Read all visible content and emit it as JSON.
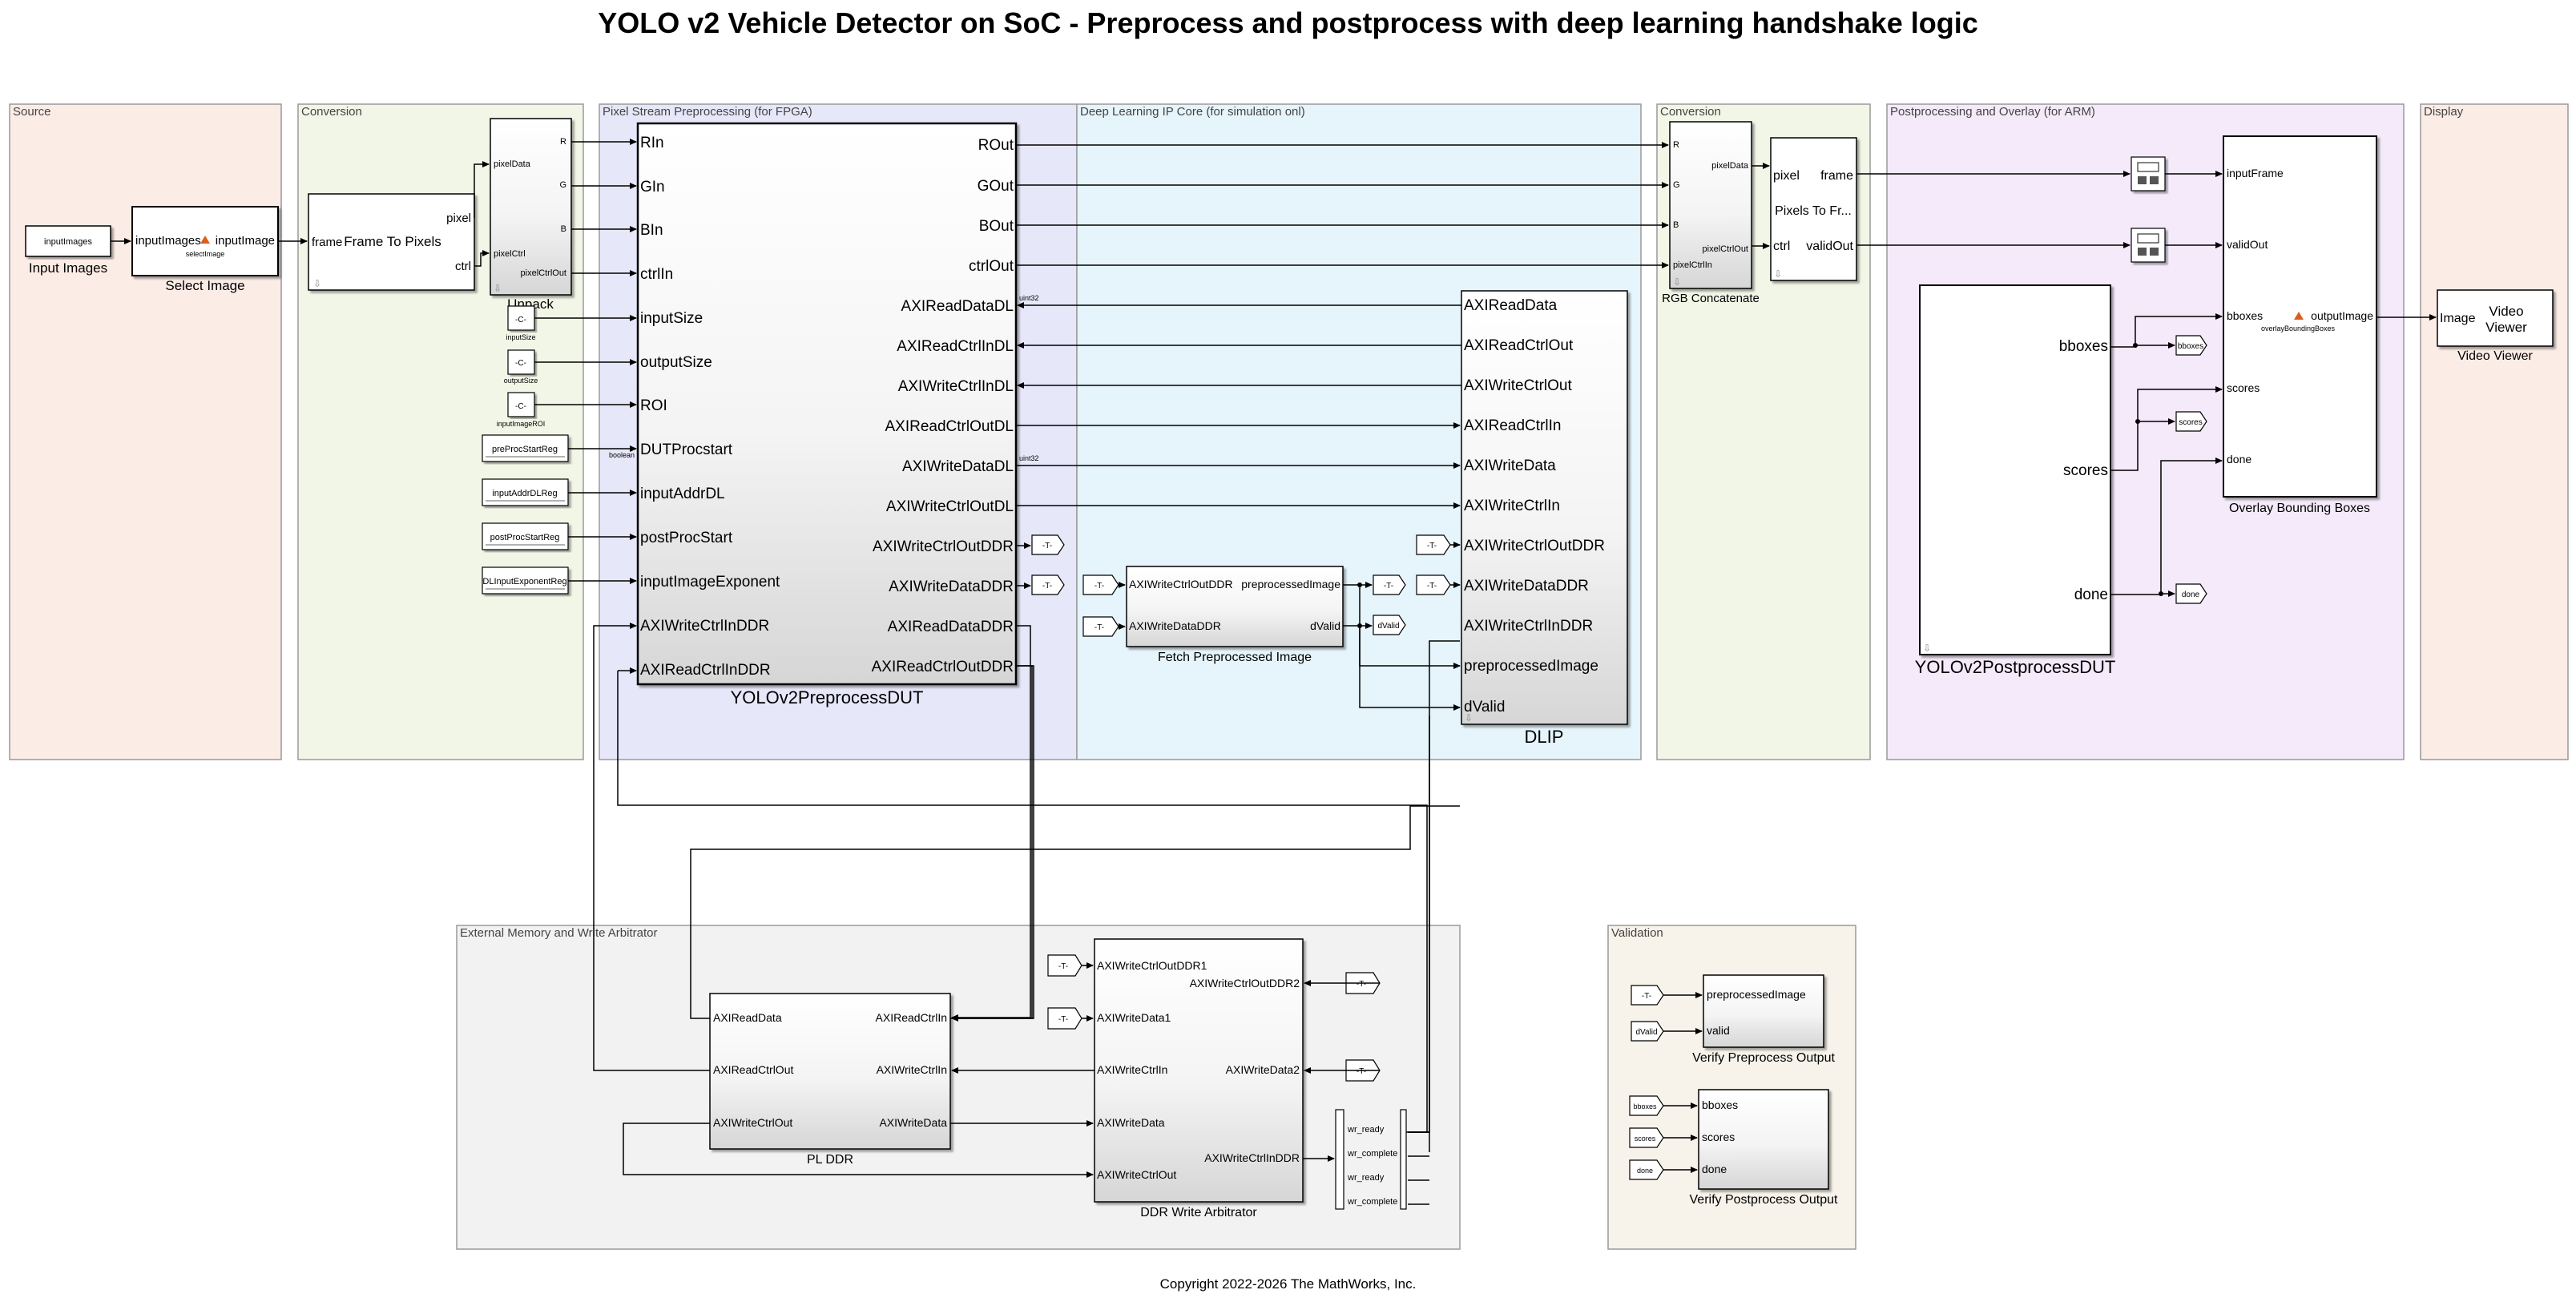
{
  "title": "YOLO v2 Vehicle Detector on SoC - Preprocess and postprocess with deep learning handshake logic",
  "copyright": "Copyright 2022-2026 The MathWorks, Inc.",
  "colors": {
    "source_area": "#fbece6",
    "conversion_area": "#f2f6e7",
    "pixel_stream_area": "#e7e7fa",
    "dl_ip_area": "#e6f4fb",
    "postprocessing_area": "#f4eafa",
    "display_area": "#fbece6",
    "external_memory_area": "#f2f2f2",
    "validation_area": "#f7f3ea",
    "line": "#000000"
  },
  "areas": {
    "source": "Source",
    "conversion1": "Conversion",
    "pixel_stream": "Pixel Stream Preprocessing (for FPGA)",
    "dl_ip": "Deep Learning IP Core (for simulation onl)",
    "conversion2": "Conversion",
    "postprocessing": "Postprocessing and Overlay (for ARM)",
    "display": "Display",
    "external_memory": "External Memory and Write Arbitrator",
    "validation": "Validation"
  },
  "blocks": {
    "input_images": {
      "name": "Input Images",
      "content": "inputImages"
    },
    "select_image": {
      "name": "Select Image",
      "in_port": "inputImages",
      "out_port": "inputImage",
      "function": "selectImage"
    },
    "frame_to_pixels": {
      "name": "",
      "content": "Frame To Pixels",
      "in_port": "frame",
      "out_pixel": "pixel",
      "out_ctrl": "ctrl"
    },
    "unpack": {
      "name": "Unpack",
      "in_pixel": "pixelData",
      "in_ctrl": "pixelCtrl",
      "outs": [
        "R",
        "G",
        "B",
        "pixelCtrlOut"
      ]
    },
    "constants": [
      {
        "label": "-C-",
        "name": "inputSize"
      },
      {
        "label": "-C-",
        "name": "outputSize"
      },
      {
        "label": "-C-",
        "name": "inputImageROI"
      }
    ],
    "registers": [
      "preProcStartReg",
      "inputAddrDLReg",
      "postProcStartReg",
      "DLInputExponentReg"
    ],
    "signal_labels": {
      "boolean": "boolean",
      "uint32_a": "uint32",
      "uint32_b": "uint32"
    },
    "preprocess_dut": {
      "name": "YOLOv2PreprocessDUT",
      "inputs": [
        "RIn",
        "GIn",
        "BIn",
        "ctrlIn",
        "inputSize",
        "outputSize",
        "ROI",
        "DUTProcstart",
        "inputAddrDL",
        "postProcStart",
        "inputImageExponent",
        "AXIWriteCtrlInDDR",
        "AXIReadCtrlInDDR"
      ],
      "outputs": [
        "ROut",
        "GOut",
        "BOut",
        "ctrlOut",
        "AXIReadDataDL",
        "AXIReadCtrlInDL",
        "AXIWriteCtrlInDL",
        "AXIReadCtrlOutDL",
        "AXIWriteDataDL",
        "AXIWriteCtrlOutDL",
        "AXIWriteCtrlOutDDR",
        "AXIWriteDataDDR",
        "AXIReadDataDDR",
        "AXIReadCtrlOutDDR"
      ]
    },
    "goto_tag": "-T-",
    "fetch_preprocessed": {
      "name": "Fetch Preprocessed Image",
      "inputs": [
        "AXIWriteCtrlOutDDR",
        "AXIWriteDataDDR"
      ],
      "outputs": [
        "preprocessedImage",
        "dValid"
      ]
    },
    "dvalid_tag": "dValid",
    "dlip": {
      "name": "DLIP",
      "ports": [
        "AXIReadData",
        "AXIReadCtrlOut",
        "AXIWriteCtrlOut",
        "AXIReadCtrlIn",
        "AXIWriteData",
        "AXIWriteCtrlIn",
        "AXIWriteCtrlOutDDR",
        "AXIWriteDataDDR",
        "AXIWriteCtrlInDDR",
        "preprocessedImage",
        "dValid"
      ]
    },
    "rgb_concatenate": {
      "name": "RGB Concatenate",
      "inputs": [
        "R",
        "G",
        "B",
        "pixelCtrlIn"
      ],
      "outputs": [
        "pixelData",
        "pixelCtrlOut"
      ]
    },
    "pixels_to_frame": {
      "name": "",
      "content": "Pixels To Fr...",
      "in_pixel": "pixel",
      "in_ctrl": "ctrl",
      "out_frame": "frame",
      "out_valid": "validOut"
    },
    "postprocess_dut": {
      "name": "YOLOv2PostprocessDUT",
      "outputs": [
        "bboxes",
        "scores",
        "done"
      ]
    },
    "overlay": {
      "name": "Overlay Bounding Boxes",
      "inputs": [
        "inputFrame",
        "validOut",
        "bboxes",
        "scores",
        "done"
      ],
      "output": "outputImage",
      "function": "overlayBoundingBoxes"
    },
    "video_viewer": {
      "name": "Video Viewer",
      "in_port": "Image",
      "content": "Video\nViewer"
    },
    "goto_tags_post": [
      "bboxes",
      "scores",
      "done"
    ],
    "pl_ddr": {
      "name": "PL DDR",
      "inputs": [
        "AXIReadData",
        "AXIReadCtrlOut",
        "AXIWriteCtrlOut"
      ],
      "outputs": [
        "AXIReadCtrlIn",
        "AXIWriteCtrlIn",
        "AXIWriteData"
      ]
    },
    "ddr_arbitrator": {
      "name": "DDR Write Arbitrator",
      "inputs": [
        "AXIWriteCtrlOutDDR1",
        "AXIWriteData1",
        "AXIWriteCtrlIn",
        "AXIWriteData",
        "AXIWriteCtrlOut"
      ],
      "outputs": [
        "AXIWriteCtrlOutDDR2",
        "AXIWriteData2",
        "AXIWriteCtrlInDDR"
      ]
    },
    "bus_selector": [
      "wr_ready",
      "wr_complete",
      "wr_ready",
      "wr_complete"
    ],
    "verify_preprocess": {
      "name": "Verify Preprocess Output",
      "inputs": [
        "preprocessedImage",
        "valid"
      ],
      "tags": [
        "-T-",
        "dValid"
      ]
    },
    "verify_postprocess": {
      "name": "Verify Postprocess Output",
      "inputs": [
        "bboxes",
        "scores",
        "done"
      ],
      "tags": [
        "bboxes",
        "scores",
        "done"
      ]
    }
  }
}
